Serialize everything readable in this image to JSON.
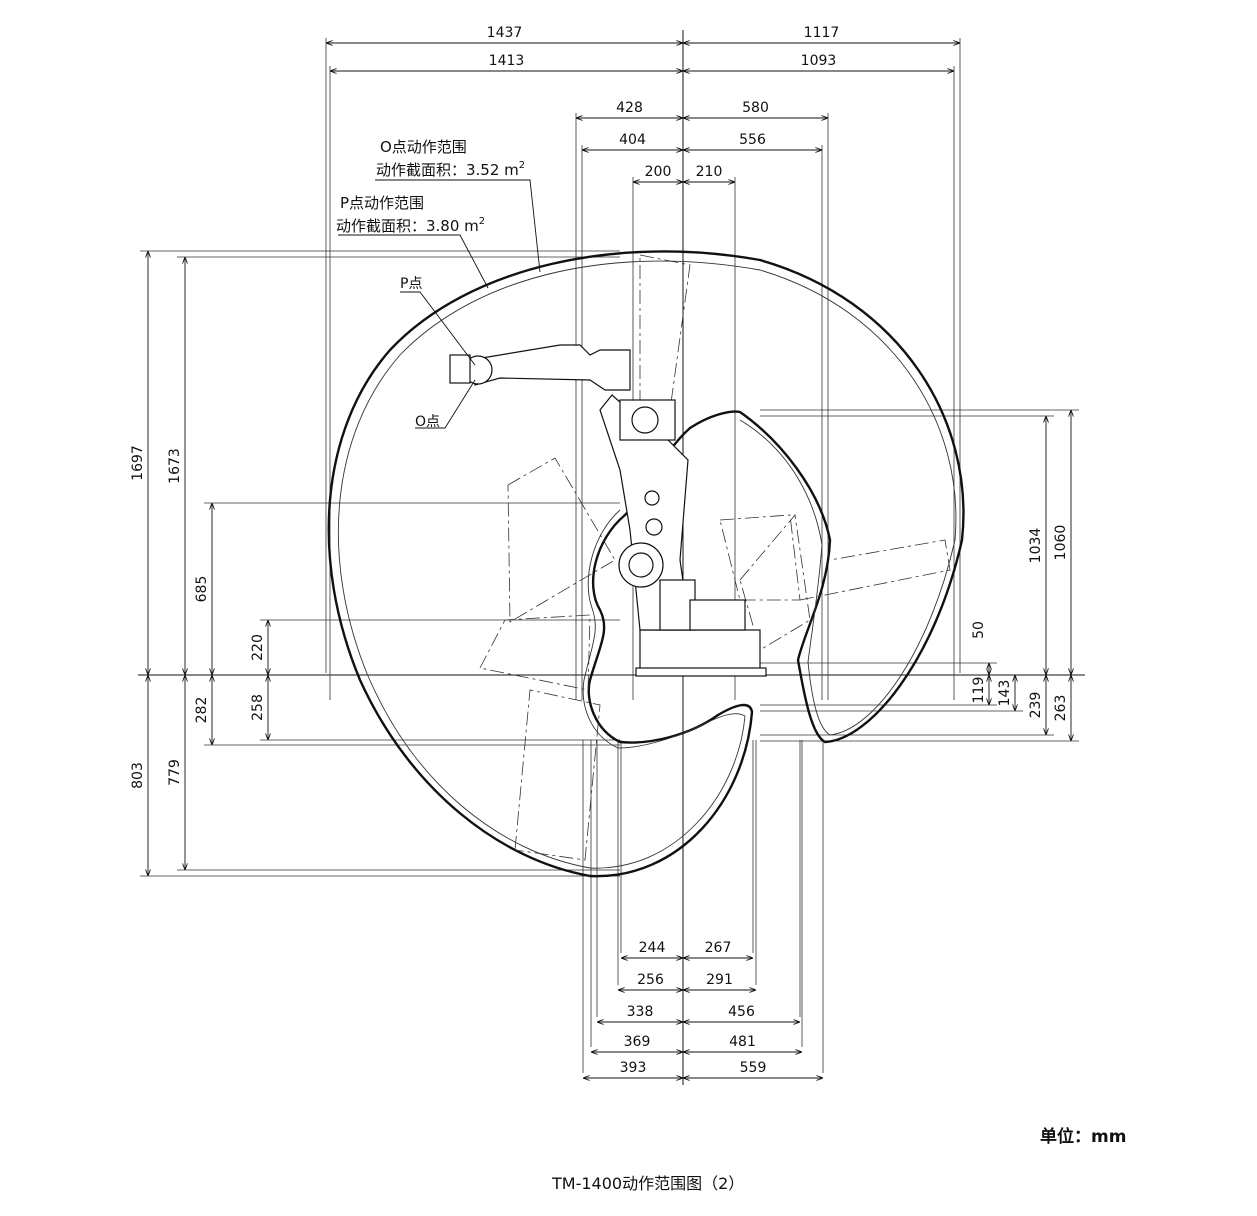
{
  "labels": {
    "o_range_title": "O点动作范围",
    "o_range_area": "动作截面积：3.52 m",
    "o_range_sup": "2",
    "p_range_title": "P点动作范围",
    "p_range_area": "动作截面积：3.80 m",
    "p_range_sup": "2",
    "p_point": "P点",
    "o_point": "O点",
    "unit": "单位：mm",
    "caption": "TM-1400动作范围图（2）"
  },
  "dimensions": {
    "top": [
      "1437",
      "1117",
      "1413",
      "1093",
      "428",
      "580",
      "404",
      "556",
      "200",
      "210"
    ],
    "bottom": [
      "244",
      "267",
      "256",
      "291",
      "338",
      "456",
      "369",
      "481",
      "393",
      "559"
    ],
    "left": [
      "1697",
      "1673",
      "685",
      "220",
      "803",
      "779",
      "282",
      "258"
    ],
    "right": [
      "1034",
      "1060",
      "50",
      "119",
      "143",
      "239",
      "263"
    ]
  }
}
